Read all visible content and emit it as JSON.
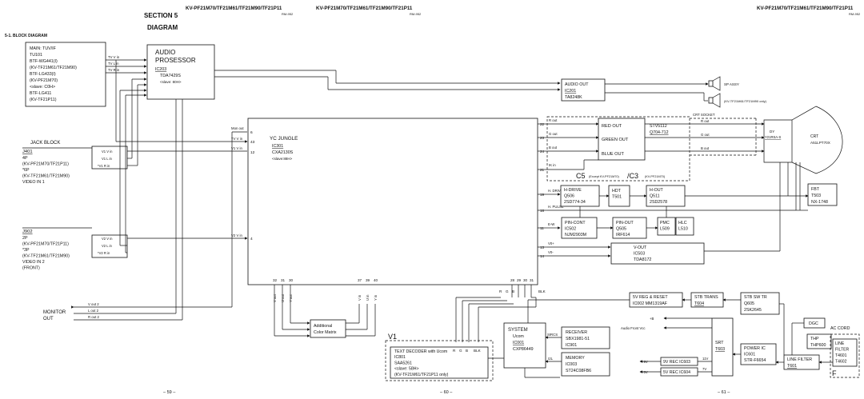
{
  "header": {
    "model_line_1": "KV-PF21M70/TF21M61/TF21M90/TF21P11",
    "rm_1": "RM-952",
    "model_line_2": "KV-PF21M70/TF21M61/TF21M90/TF21P11",
    "rm_2": "RM-952",
    "model_line_3": "KV-PF21M70/TF21M61/TF21M90/TF21P11",
    "rm_3": "RM-952",
    "section": "SECTION  5",
    "section_title": "DIAGRAM",
    "subsection": "5-1.  BLOCK DIAGRAM"
  },
  "page_numbers": [
    "– 59 –",
    "– 60 –",
    "– 61 –"
  ],
  "tuner": {
    "lines": [
      "MAIN: TUV/IF",
      "TU101",
      "BTF-WG441(I)",
      "(KV-TF21M61/TF21M90)",
      "BTF-LG433(I)",
      "(KV-PF21M70)",
      "<slave: C0H>",
      "BTF-LG411",
      "(KV-TF21P11)"
    ],
    "outputs": [
      "TV V in",
      "TV L in",
      "TV R in"
    ]
  },
  "audio_processor": {
    "lines": [
      "AUDIO",
      "PROSESSOR",
      "IC203",
      "TDA7429S",
      "<slave: 80H>"
    ]
  },
  "audio_out": {
    "lines": [
      "AUDIO OUT",
      "IC201",
      "TA8248K"
    ]
  },
  "speaker": {
    "label_1": "SP ASSY",
    "label_2": "(KV-TF21M61/TF21M90 only)"
  },
  "jack_block": {
    "title": "JACK BLOCK",
    "j401": [
      "J401",
      "4P",
      "(KV-PF21M70/TF21P11)",
      "*6P",
      "(KV-TF21M61/TF21M90)",
      "VIDEO IN 1"
    ],
    "j401_signals": [
      "V1 V in",
      "V1 L in",
      "*V1 R in"
    ],
    "j902": [
      "J902",
      "2P",
      "(KV-PF21M70/TF21P11)",
      "*3P",
      "(KV-TF21M61/TF21M90)",
      "VIDEO IN 2",
      "(FRONT)"
    ],
    "j902_signals": [
      "V2 V in",
      "V2 L in",
      "*V2 R in"
    ]
  },
  "monitor_out": {
    "lines": [
      "MONITOR",
      "OUT"
    ],
    "signals": [
      "V out 2",
      "L out 2",
      "R out 2"
    ]
  },
  "yc_jungle": {
    "lines": [
      "YC JUNGLE",
      "IC301",
      "CXA2130S",
      "<slave:88H>"
    ],
    "left_pins": [
      {
        "label": "Mon out",
        "pin": "6"
      },
      {
        "label": "TV V in",
        "pin": "43"
      },
      {
        "label": "V1 V in",
        "pin": "12"
      },
      {
        "label": "V2 V in",
        "pin": "4"
      }
    ],
    "right_pins": [
      {
        "label": "R out",
        "pin": "22"
      },
      {
        "label": "G out",
        "pin": "23"
      },
      {
        "label": "B out",
        "pin": "24"
      },
      {
        "label": "IK in",
        "pin": "21"
      },
      {
        "label": "H. DRIVE",
        "pin": "19"
      },
      {
        "label": "H. PULSE",
        "pin": "18"
      },
      {
        "label": "E-W",
        "pin": "11"
      },
      {
        "label": "V0+",
        "pin": "13"
      },
      {
        "label": "V0-",
        "pin": "14"
      }
    ],
    "bottom_left_pins": [
      {
        "pin": "32",
        "label": "V out"
      },
      {
        "pin": "31",
        "label": "U out"
      },
      {
        "pin": "30",
        "label": "Y out"
      }
    ],
    "bottom_mid_pins": [
      {
        "pin": "37",
        "label": "V in"
      },
      {
        "pin": "39",
        "label": "U in"
      },
      {
        "pin": "40",
        "label": "Y in"
      }
    ],
    "bottom_right_pins": [
      {
        "pin": "28",
        "label": "R"
      },
      {
        "pin": "29",
        "label": "G"
      },
      {
        "pin": "30",
        "label": "B"
      },
      {
        "pin": "31",
        "label": "BLK"
      }
    ]
  },
  "additional_matrix": {
    "lines": [
      "Additional",
      "Color Matrix"
    ]
  },
  "crt_drive": {
    "lines": [
      "STV5112",
      "Q704-712"
    ],
    "outputs": [
      "RED OUT",
      "GREEN OUT",
      "BLUE OUT"
    ],
    "board_label": "C5",
    "board_note_1": "(Except KV-PF21M70)",
    "slash": "/C3",
    "board_note_2": "(KV-PF21M70)",
    "crt_socket": "CRT SOCKET",
    "out_labels": [
      "R out",
      "G out",
      "B out"
    ]
  },
  "crt": {
    "lines": [
      "CRT",
      "A51LPT70X"
    ],
    "dy": [
      "DY",
      "Y21RSA-S"
    ]
  },
  "h_drive": {
    "lines": [
      "H-DRIVE",
      "Q506",
      "2SD774-34"
    ]
  },
  "hdt": {
    "lines": [
      "HDT",
      "T501"
    ]
  },
  "h_out": {
    "lines": [
      "H-OUT",
      "Q511",
      "2SD2578"
    ]
  },
  "fbt": {
    "lines": [
      "FBT",
      "T503",
      "NX-1748"
    ]
  },
  "pin_cont": {
    "lines": [
      "PIN-CONT",
      "IC502",
      "NJM2903M"
    ]
  },
  "pin_out": {
    "lines": [
      "PIN-OUT",
      "Q505",
      "IRF614"
    ]
  },
  "pmc": {
    "lines": [
      "PMC",
      "L509"
    ]
  },
  "hlc": {
    "lines": [
      "HLC",
      "L510"
    ]
  },
  "v_out": {
    "lines": [
      "V-OUT",
      "IC503",
      "TDA8172"
    ]
  },
  "v1_board": {
    "label": "V1"
  },
  "text_decoder": {
    "lines": [
      "TEXT DECODER with Ucom",
      "IC801",
      "SAA5261",
      "<slave: 58H>",
      "(KV-TF21M61/TF21P11 only)"
    ],
    "inputs": [
      "R",
      "G",
      "B",
      "BLK"
    ]
  },
  "system": {
    "lines": [
      "SYSTEM",
      "Ucom",
      "IC001",
      "CXP86449"
    ],
    "in_labels": [
      "R",
      "G",
      "B",
      "BLK"
    ]
  },
  "receiver": {
    "lines": [
      "RECEIVER",
      "SBX1981-51",
      "IC901"
    ],
    "signal": "SIRCS"
  },
  "memory": {
    "lines": [
      "MEMORY",
      "IC003",
      "ST24C08FB6"
    ],
    "signal": "I2L"
  },
  "power": {
    "reg": {
      "lines": [
        "5V REG & RESET",
        "IC002 MM1319AF"
      ]
    },
    "stb_trans": {
      "lines": [
        "STB TRANS",
        "T604"
      ]
    },
    "stb_sw": {
      "lines": [
        "STB SW TR",
        "Q605",
        "2SK2645"
      ]
    },
    "srt": {
      "lines": [
        "SRT",
        "T603"
      ]
    },
    "power_ic": {
      "lines": [
        "POWER IC",
        "IC601",
        "STR-F6654"
      ]
    },
    "dgc": {
      "lines": [
        "DGC"
      ]
    },
    "thp": {
      "lines": [
        "THP",
        "THP600"
      ]
    },
    "line_filter": {
      "lines": [
        "LINE FILTER",
        "T601"
      ]
    },
    "line_filter_f": {
      "lines": [
        "LINE",
        "FILTER",
        "T4601",
        "T4602"
      ]
    },
    "f_board": "F",
    "reg_9v": "9V REC IC603",
    "reg_5v": "5V REC IC604",
    "ac_cord": "AC CORD",
    "rails": [
      "+B",
      "Audio Front Vcc",
      "+9V",
      "+5V",
      "11V",
      "7V"
    ]
  }
}
